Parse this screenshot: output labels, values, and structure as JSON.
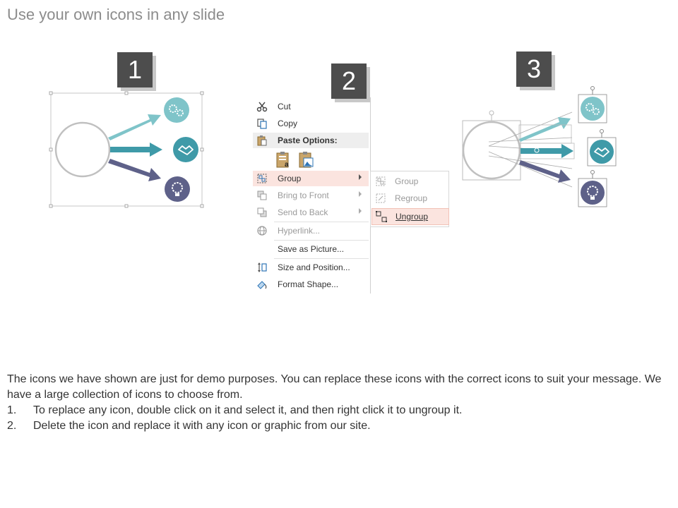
{
  "title": "Use your own icons in any slide",
  "steps": [
    "1",
    "2",
    "3"
  ],
  "colors": {
    "teal_light": "#7fc4c9",
    "teal": "#3f9aa8",
    "purple": "#5e6189",
    "badge": "#4d4d4d",
    "highlight": "#fbe4df"
  },
  "menu": {
    "items": [
      {
        "label": "Cut",
        "icon": "scissors-icon",
        "disabled": false
      },
      {
        "label": "Copy",
        "icon": "copy-icon",
        "disabled": false
      },
      {
        "label": "Paste Options:",
        "icon": "paste-icon",
        "header": true
      },
      {
        "label": "Group",
        "icon": "group-icon",
        "highlighted": true,
        "submenu": true
      },
      {
        "label": "Bring to Front",
        "icon": "bring-to-front-icon",
        "disabled": true,
        "submenu": true
      },
      {
        "label": "Send to Back",
        "icon": "send-to-back-icon",
        "disabled": true,
        "submenu": true
      },
      {
        "label": "Hyperlink...",
        "icon": "hyperlink-icon",
        "disabled": true
      },
      {
        "label": "Save as Picture...",
        "icon": "",
        "disabled": false
      },
      {
        "label": "Size and Position...",
        "icon": "size-position-icon",
        "disabled": false
      },
      {
        "label": "Format Shape...",
        "icon": "format-shape-icon",
        "disabled": false
      }
    ],
    "paste_icons": [
      "paste-keep-text-icon",
      "paste-picture-icon"
    ]
  },
  "submenu": {
    "items": [
      {
        "label": "Group",
        "disabled": true
      },
      {
        "label": "Regroup",
        "disabled": true
      },
      {
        "label": "Ungroup",
        "highlighted": true
      }
    ]
  },
  "description": {
    "intro": "The icons we have shown are just for demo purposes. You can replace these icons with the correct icons to suit your message. We have a large collection of icons to choose from.",
    "steps": [
      {
        "num": "1.",
        "text": "To replace any icon, double click on it and select it, and then right click it to ungroup it."
      },
      {
        "num": "2.",
        "text": "Delete the icon and replace it with any icon or graphic from our site."
      }
    ]
  }
}
